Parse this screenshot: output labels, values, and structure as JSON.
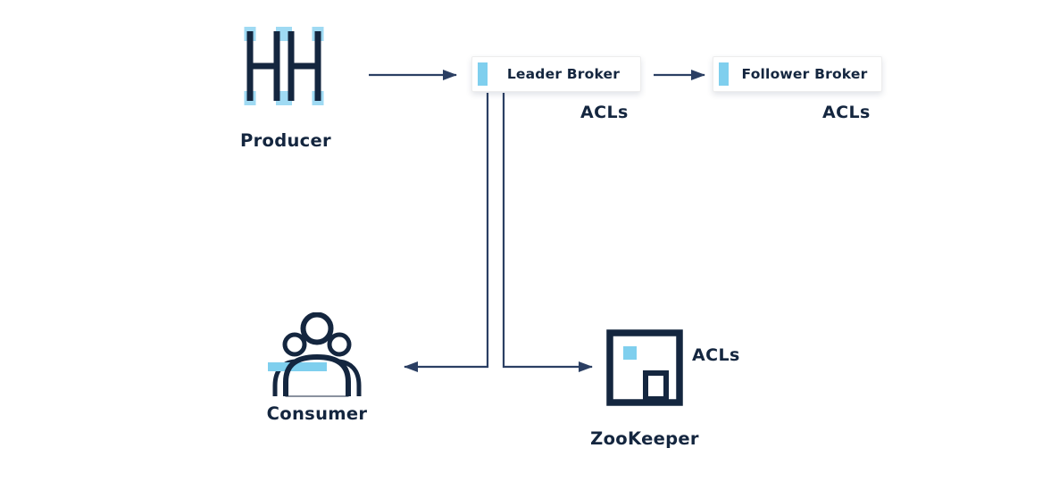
{
  "colors": {
    "canvas_bg": "#ffffff",
    "navy": "#14263f",
    "arrow": "#2b3f63",
    "accent": "#7fcfee",
    "accent_soft": "#9fdaf3",
    "box_bg": "#ffffff",
    "box_border": "#ededed"
  },
  "nodes": {
    "producer": {
      "label": "Producer",
      "icon": "producer-icon"
    },
    "leader_broker": {
      "label": "Leader Broker",
      "acl": "ACLs"
    },
    "follower_broker": {
      "label": "Follower Broker",
      "acl": "ACLs"
    },
    "consumer": {
      "label": "Consumer",
      "icon": "consumer-icon"
    },
    "zookeeper": {
      "label": "ZooKeeper",
      "acl": "ACLs",
      "icon": "zookeeper-icon"
    }
  },
  "edges": [
    {
      "from": "producer",
      "to": "leader_broker",
      "style": "arrow"
    },
    {
      "from": "leader_broker",
      "to": "follower_broker",
      "style": "arrow"
    },
    {
      "from": "leader_broker",
      "to": "consumer",
      "style": "arrow"
    },
    {
      "from": "leader_broker",
      "to": "zookeeper",
      "style": "arrow"
    }
  ]
}
